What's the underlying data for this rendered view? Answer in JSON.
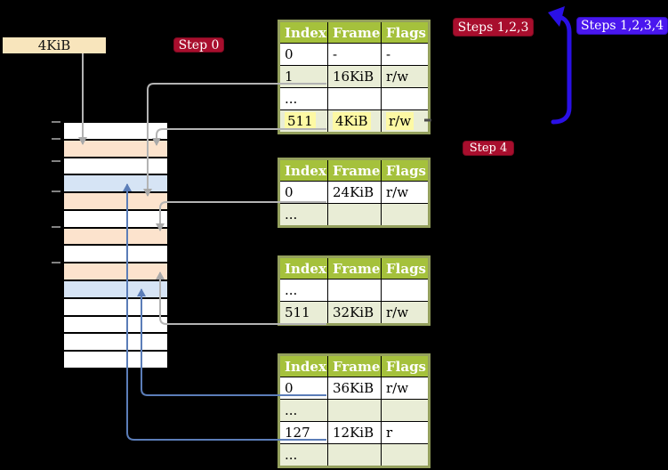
{
  "labels": {
    "frame_pointer": "4KiB",
    "step0": "Step 0",
    "steps_123": "Steps 1,2,3",
    "steps_1234": "Steps 1,2,3,4",
    "step4": "Step 4"
  },
  "tables": [
    {
      "name": "page-table-top",
      "headers": [
        "Index",
        "Frame",
        "Flags"
      ],
      "rows": [
        [
          "0",
          "-",
          "-"
        ],
        [
          "1",
          "16KiB",
          "r/w"
        ],
        [
          "...",
          "",
          ""
        ],
        [
          "511",
          "4KiB",
          "r/w"
        ]
      ],
      "highlighted_row": "511"
    },
    {
      "name": "page-table-second",
      "headers": [
        "Index",
        "Frame",
        "Flags"
      ],
      "rows": [
        [
          "0",
          "24KiB",
          "r/w"
        ],
        [
          "...",
          "",
          ""
        ]
      ]
    },
    {
      "name": "page-table-third",
      "headers": [
        "Index",
        "Frame",
        "Flags"
      ],
      "rows": [
        [
          "...",
          "",
          ""
        ],
        [
          "511",
          "32KiB",
          "r/w"
        ]
      ]
    },
    {
      "name": "page-table-bottom",
      "headers": [
        "Index",
        "Frame",
        "Flags"
      ],
      "rows": [
        [
          "0",
          "36KiB",
          "r/w"
        ],
        [
          "...",
          "",
          ""
        ],
        [
          "127",
          "12KiB",
          "r"
        ],
        [
          "...",
          "",
          ""
        ]
      ]
    }
  ],
  "memory_strip": {
    "pattern": [
      "white",
      "orange",
      "white",
      "blue",
      "orange",
      "white",
      "orange",
      "white",
      "orange",
      "blue",
      "white",
      "white",
      "white",
      "white"
    ]
  },
  "colors": {
    "background": "#000000",
    "step_badge_red": "#a80e2d",
    "steps_badge_blue": "#4a17ef",
    "frame_label_tan": "#f8e5bc",
    "table_header_green": "#a5c13c",
    "table_row_green": "#e9edd6",
    "table_border_olive": "#94a05d",
    "highlight_yellow": "#fdf9a4",
    "memory_orange": "#fce3cd",
    "memory_blue": "#d6e4f5",
    "gray_arrow": "#b3b3b3",
    "steel_blue_arrow": "#5b7db8",
    "loop_arrow_indigo": "#2a10e6"
  }
}
